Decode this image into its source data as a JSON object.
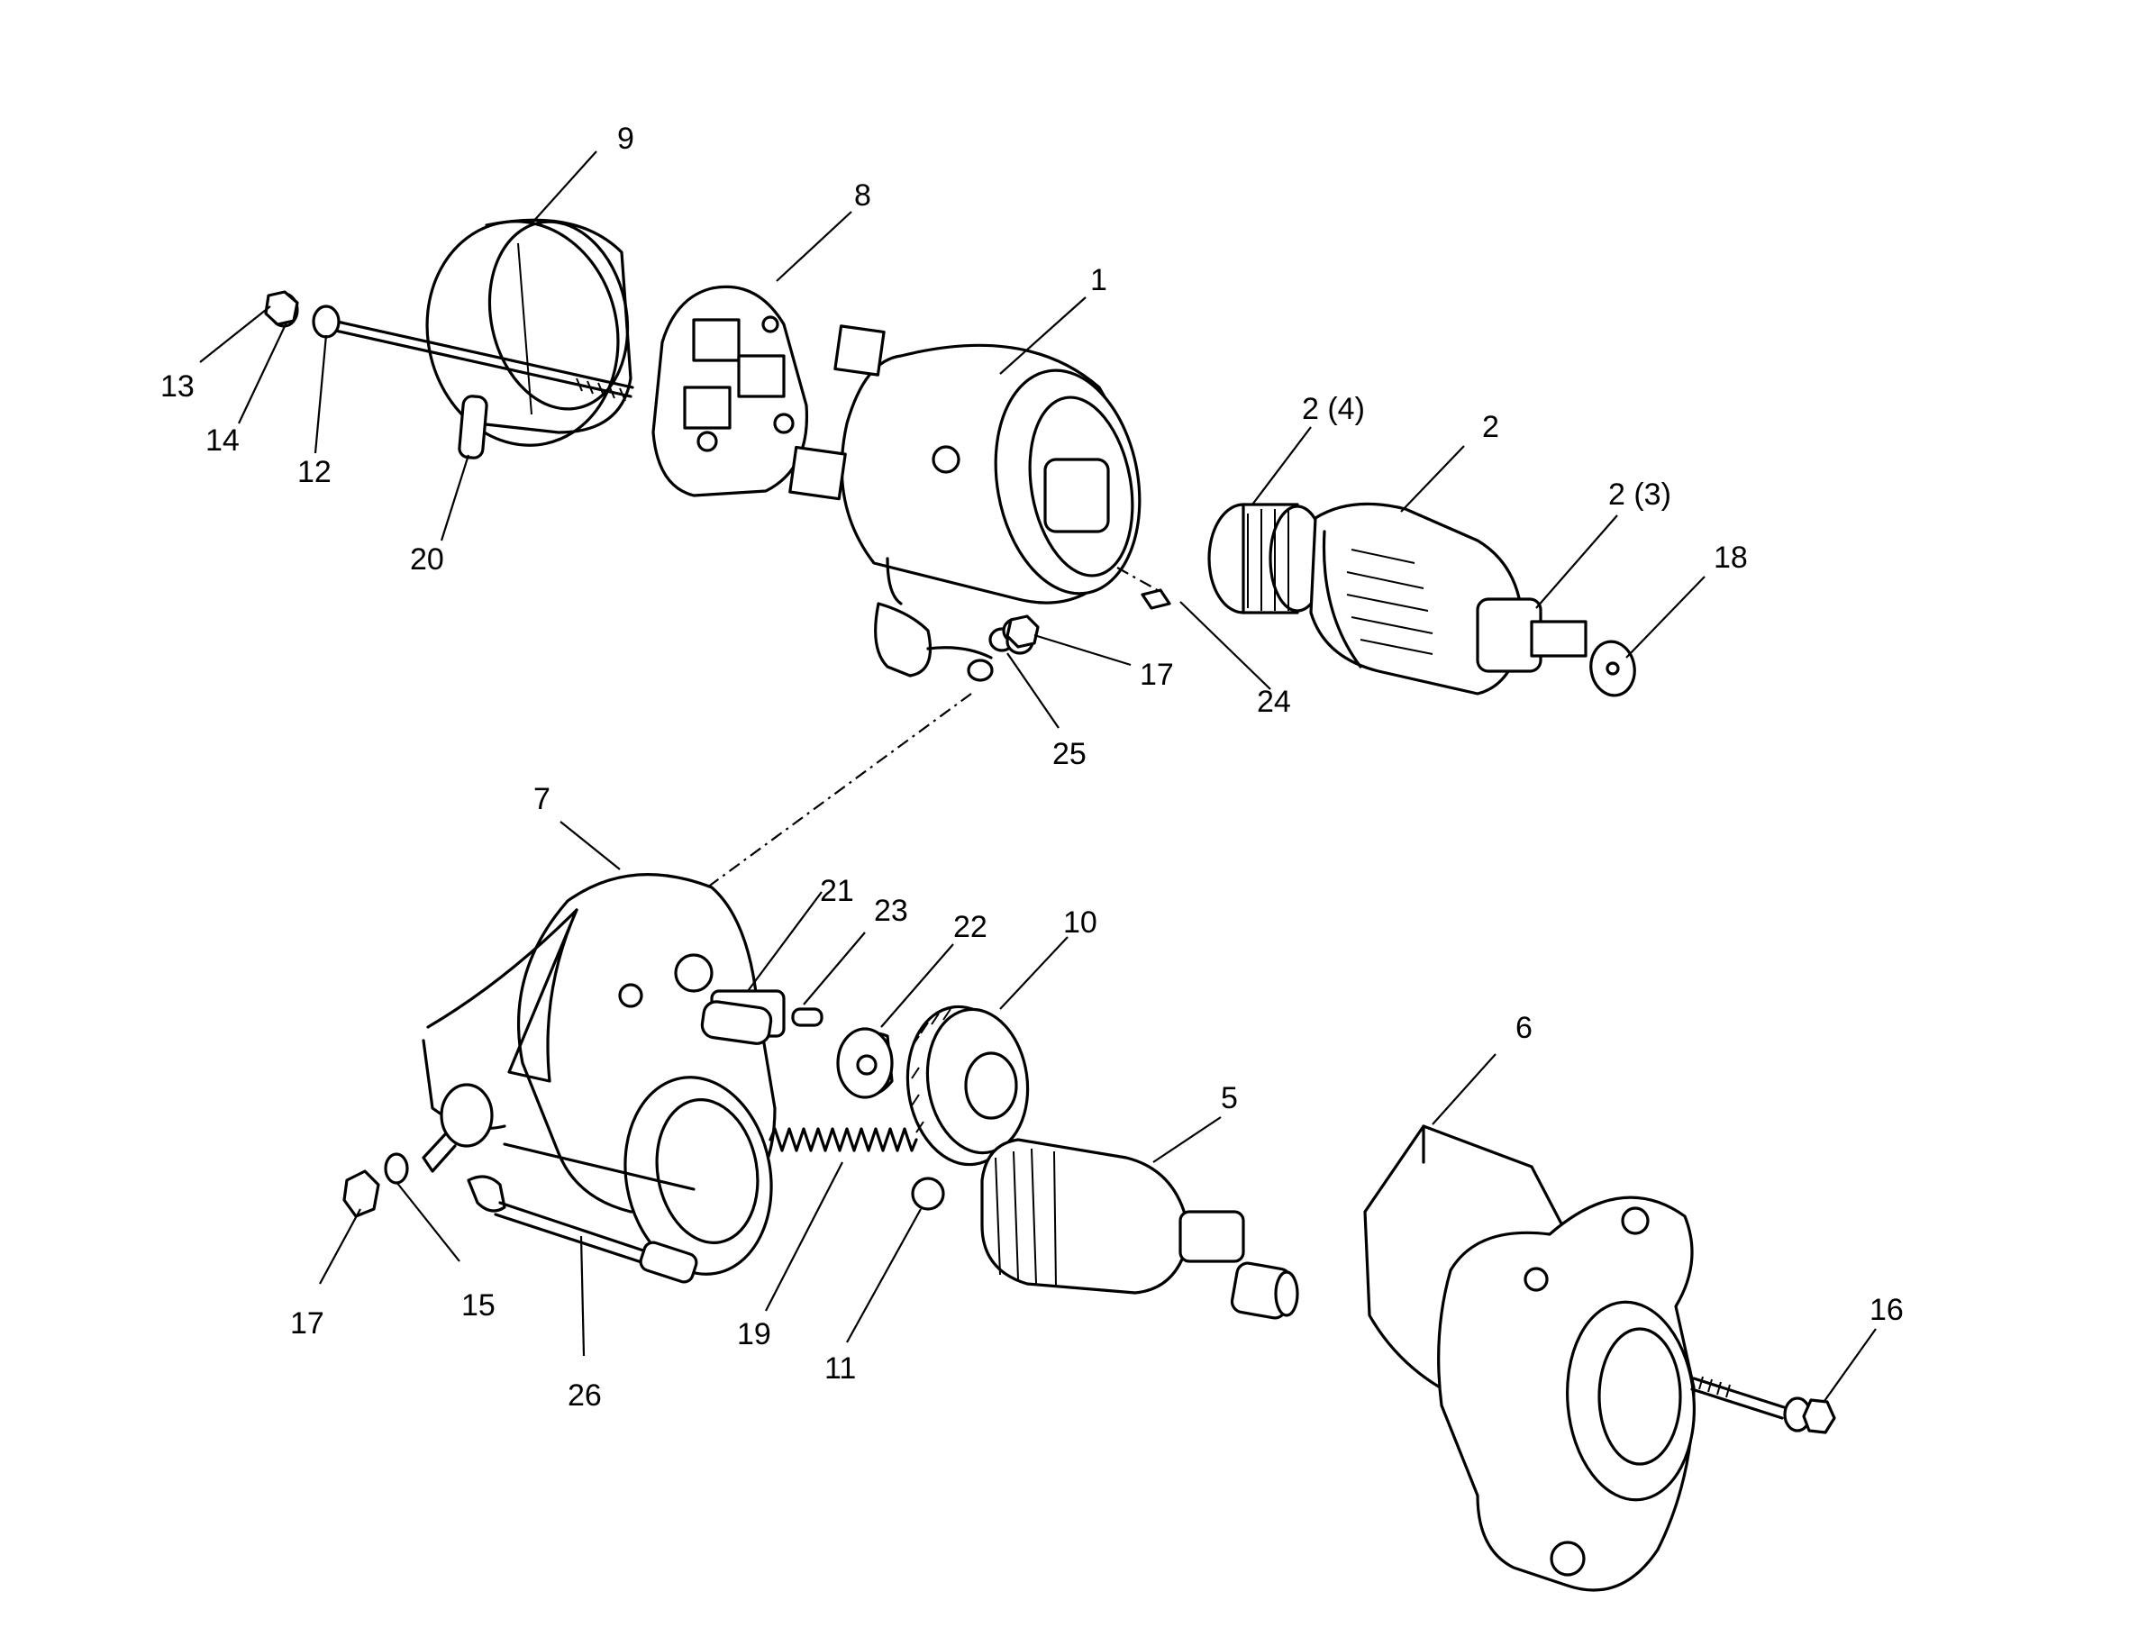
{
  "callouts": [
    {
      "id": "c1",
      "text": "1"
    },
    {
      "id": "c2",
      "text": "2"
    },
    {
      "id": "c2_4",
      "text": "2 (4)"
    },
    {
      "id": "c2_3",
      "text": "2 (3)"
    },
    {
      "id": "c5",
      "text": "5"
    },
    {
      "id": "c6",
      "text": "6"
    },
    {
      "id": "c7",
      "text": "7"
    },
    {
      "id": "c8",
      "text": "8"
    },
    {
      "id": "c9",
      "text": "9"
    },
    {
      "id": "c10",
      "text": "10"
    },
    {
      "id": "c11",
      "text": "11"
    },
    {
      "id": "c12",
      "text": "12"
    },
    {
      "id": "c13",
      "text": "13"
    },
    {
      "id": "c14",
      "text": "14"
    },
    {
      "id": "c15",
      "text": "15"
    },
    {
      "id": "c16",
      "text": "16"
    },
    {
      "id": "c17a",
      "text": "17"
    },
    {
      "id": "c17b",
      "text": "17"
    },
    {
      "id": "c18",
      "text": "18"
    },
    {
      "id": "c19",
      "text": "19"
    },
    {
      "id": "c20",
      "text": "20"
    },
    {
      "id": "c21",
      "text": "21"
    },
    {
      "id": "c22",
      "text": "22"
    },
    {
      "id": "c23",
      "text": "23"
    },
    {
      "id": "c24",
      "text": "24"
    },
    {
      "id": "c25",
      "text": "25"
    },
    {
      "id": "c26",
      "text": "26"
    }
  ]
}
